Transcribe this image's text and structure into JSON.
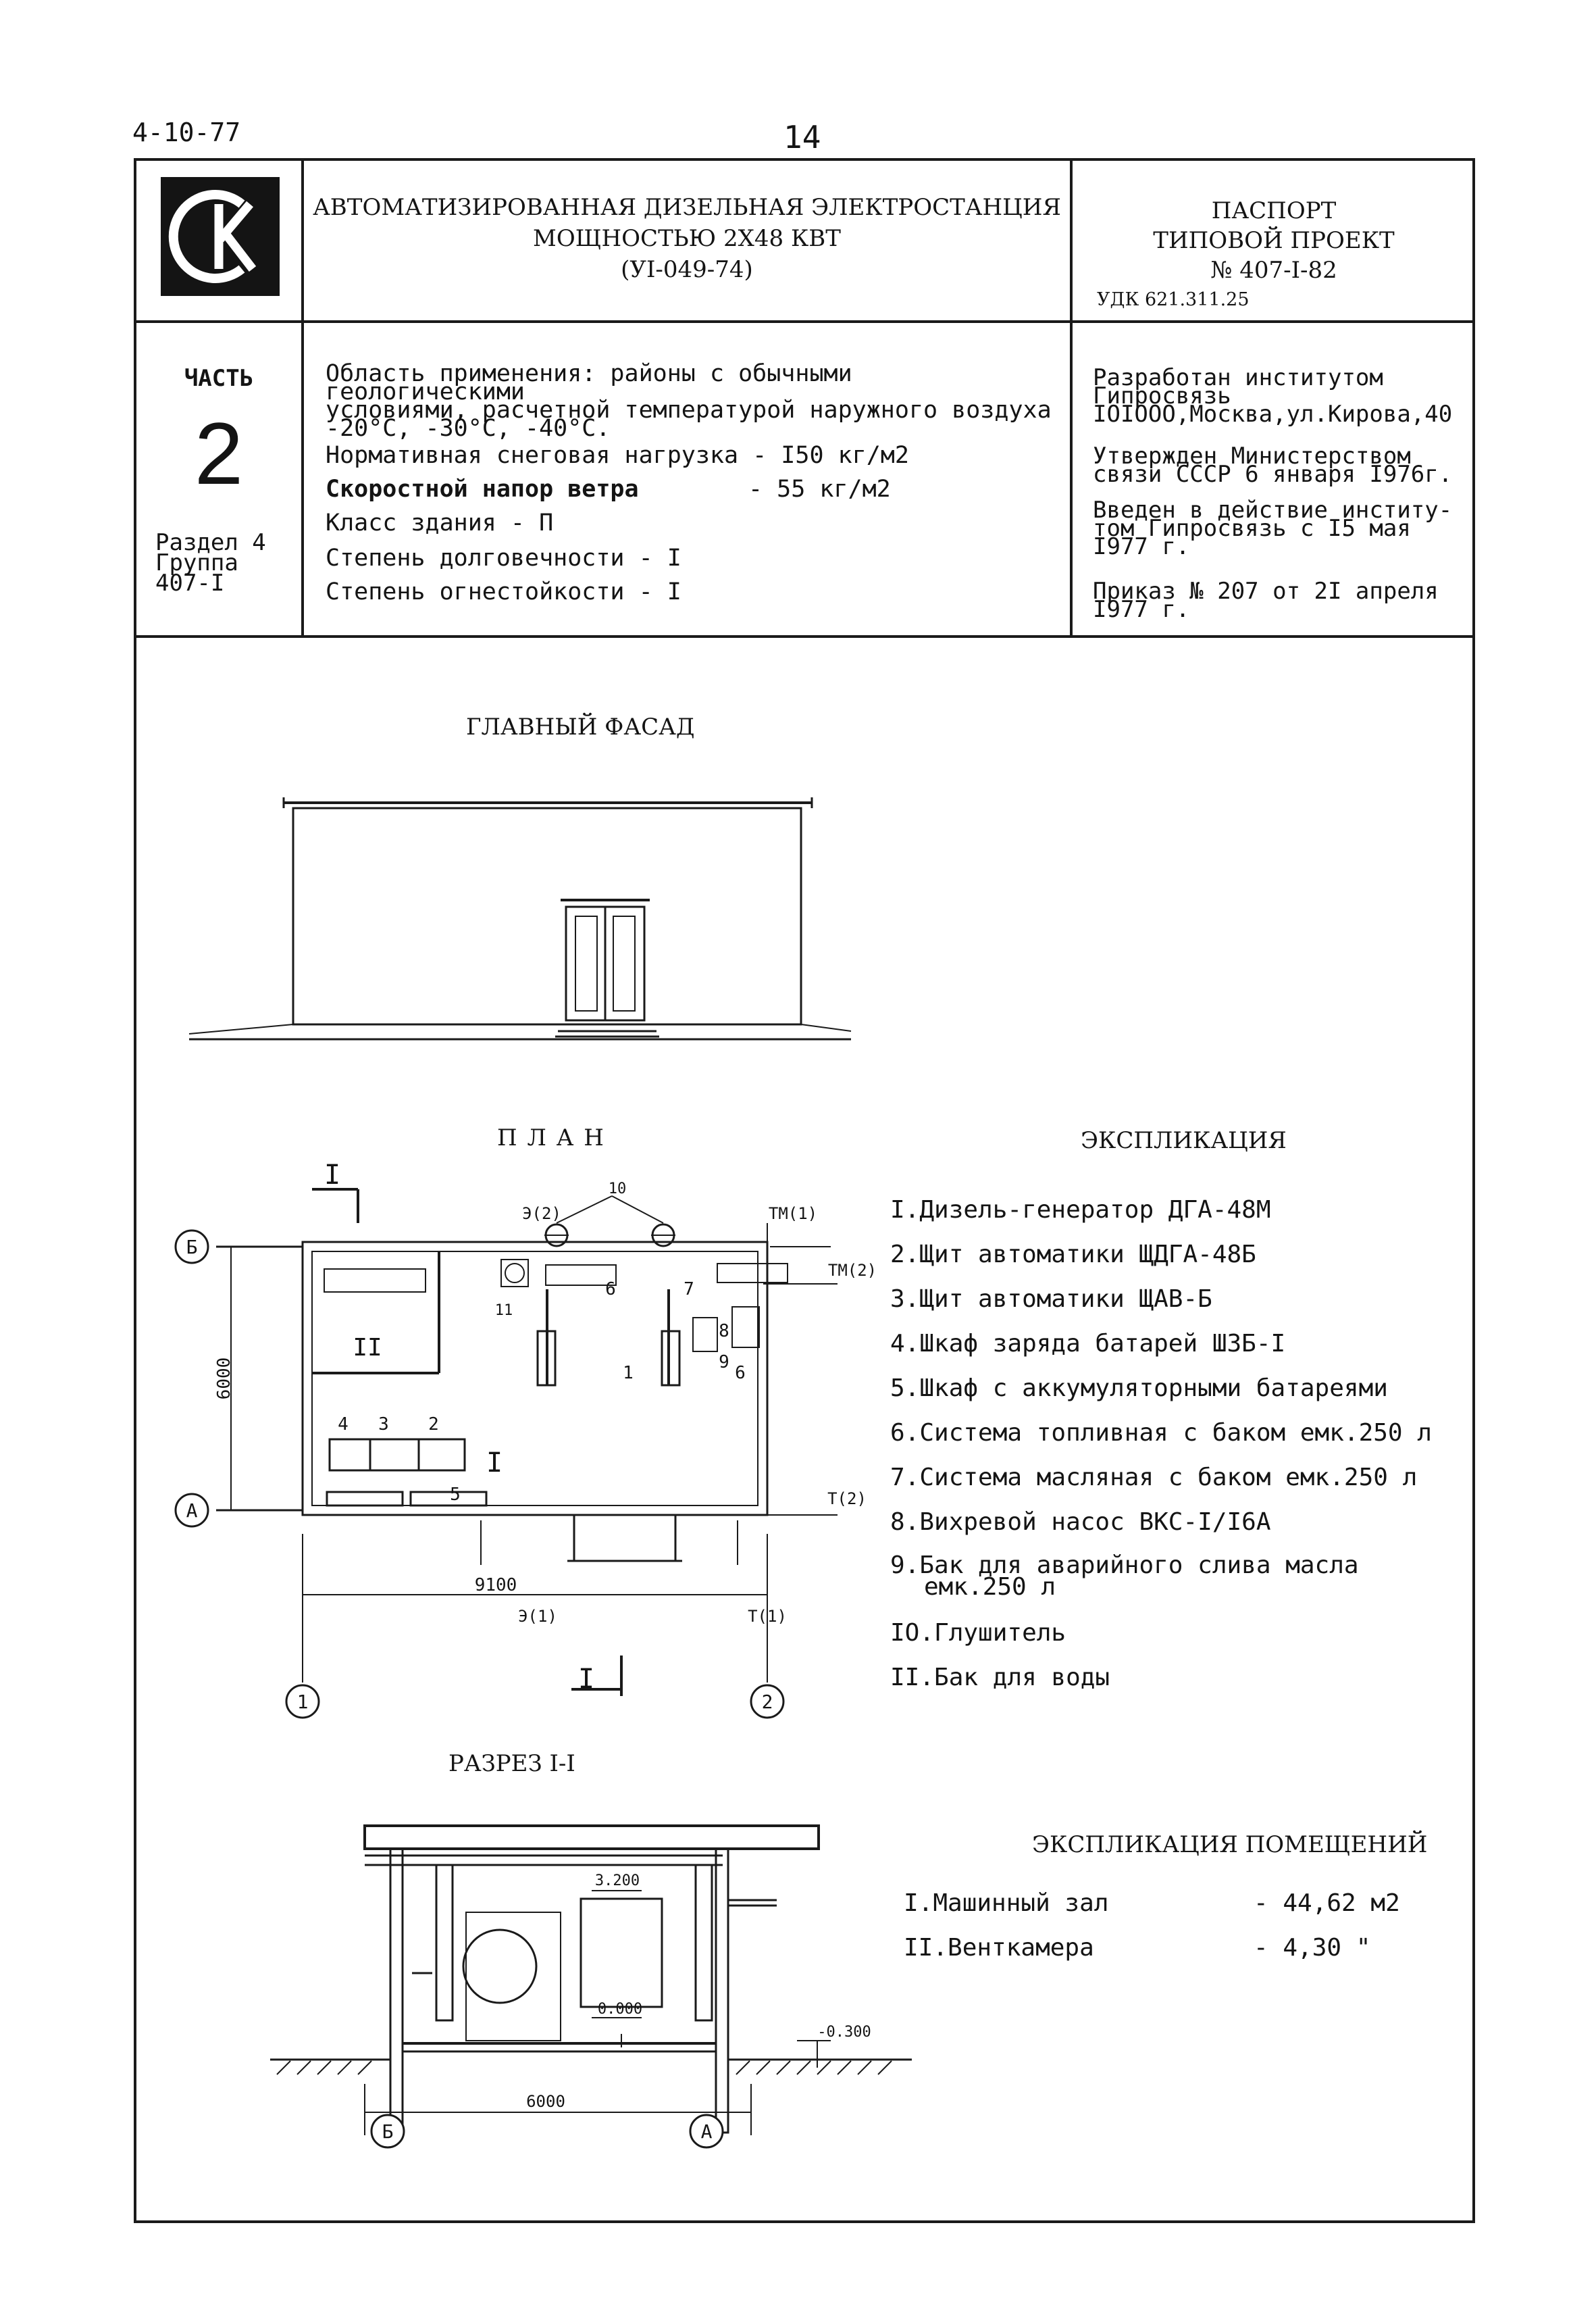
{
  "page": {
    "series_code": "4-10-77",
    "page_number": "14"
  },
  "logo": {
    "letters": "СК"
  },
  "header": {
    "title_line1": "АВТОМАТИЗИРОВАННАЯ ДИЗЕЛЬНАЯ ЭЛЕКТРОСТАНЦИЯ",
    "title_line2": "МОЩНОСТЬЮ 2Х48 КВТ",
    "title_line3": "(УI-049-74)",
    "passport_line1": "ПАСПОРТ",
    "passport_line2": "ТИПОВОЙ ПРОЕКТ",
    "passport_line3": "№ 407-I-82",
    "udk": "УДК 621.311.25"
  },
  "part_block": {
    "label": "ЧАСТЬ",
    "number": "2",
    "section": "Раздел 4",
    "group_label": "Группа",
    "group_value": "407-I"
  },
  "application": {
    "line1": "Область применения: районы с обычными геологическими",
    "line2": "условиями, расчетной температурой наружного воздуха",
    "line3": "-20°C, -30°C, -40°C.",
    "snow_load": "Нормативная снеговая нагрузка - I50 кг/м2",
    "wind_label": "Скоростной напор ветра",
    "wind_value": "- 55 кг/м2",
    "building_class": "Класс здания - П",
    "durability": "Степень долговечности - I",
    "fire_resistance": "Степень огнестойкости - I"
  },
  "developer": {
    "line1": "Разработан институтом",
    "line2": "Гипросвязь",
    "line3": "IOIOOO,Москва,ул.Кирова,40",
    "approved_line1": "Утвержден Министерством",
    "approved_line2": "связи СССР 6 января I976г.",
    "enacted_line1": "Введен в действие институ-",
    "enacted_line2": "том Гипросвязь с I5 мая",
    "enacted_line3": "I977 г.",
    "order_line1": "Приказ № 207 от 2I апреля",
    "order_line2": "I977 г."
  },
  "facade": {
    "title": "ГЛАВНЫЙ ФАСАД"
  },
  "plan": {
    "title": "П Л А Н",
    "axis_a": "А",
    "axis_b": "Б",
    "axis_1": "1",
    "axis_2": "2",
    "dim_width": "9100",
    "dim_depth": "6000",
    "section_mark": "I",
    "room_I": "I",
    "room_II": "II",
    "lbl_e2": "Э(2)",
    "lbl_e1": "Э(1)",
    "lbl_tm1": "ТМ(1)",
    "lbl_tm2": "ТМ(2)",
    "lbl_t1": "Т(1)",
    "lbl_t2": "Т(2)",
    "callouts": [
      "1",
      "2",
      "3",
      "4",
      "5",
      "6",
      "7",
      "8",
      "9",
      "10",
      "11"
    ]
  },
  "explication": {
    "title": "ЭКСПЛИКАЦИЯ",
    "items": [
      "I.Дизель-генератор ДГА-48М",
      "2.Щит автоматики ЩДГА-48Б",
      "3.Щит автоматики ЩАВ-Б",
      "4.Шкаф заряда батарей ШЗБ-I",
      "5.Шкаф с аккумуляторными батареями",
      "6.Система топливная с баком емк.250 л",
      "7.Система масляная с баком емк.250 л",
      "8.Вихревой насос ВКС-I/I6А",
      "9.Бак для аварийного слива масла",
      "емк.250 л",
      "IO.Глушитель",
      "II.Бак для воды"
    ]
  },
  "section": {
    "title": "РАЗРЕЗ I-I",
    "mark_top": "3.200",
    "mark_floor": "0.000",
    "mark_ground": "-0.300",
    "dim": "6000",
    "axis_b": "Б",
    "axis_a": "А"
  },
  "rooms_explication": {
    "title": "ЭКСПЛИКАЦИЯ ПОМЕЩЕНИЙ",
    "rows": [
      {
        "name": "I.Машинный зал",
        "value": "- 44,62 м2"
      },
      {
        "name": "II.Венткамера",
        "value": "- 4,30 \""
      }
    ]
  }
}
